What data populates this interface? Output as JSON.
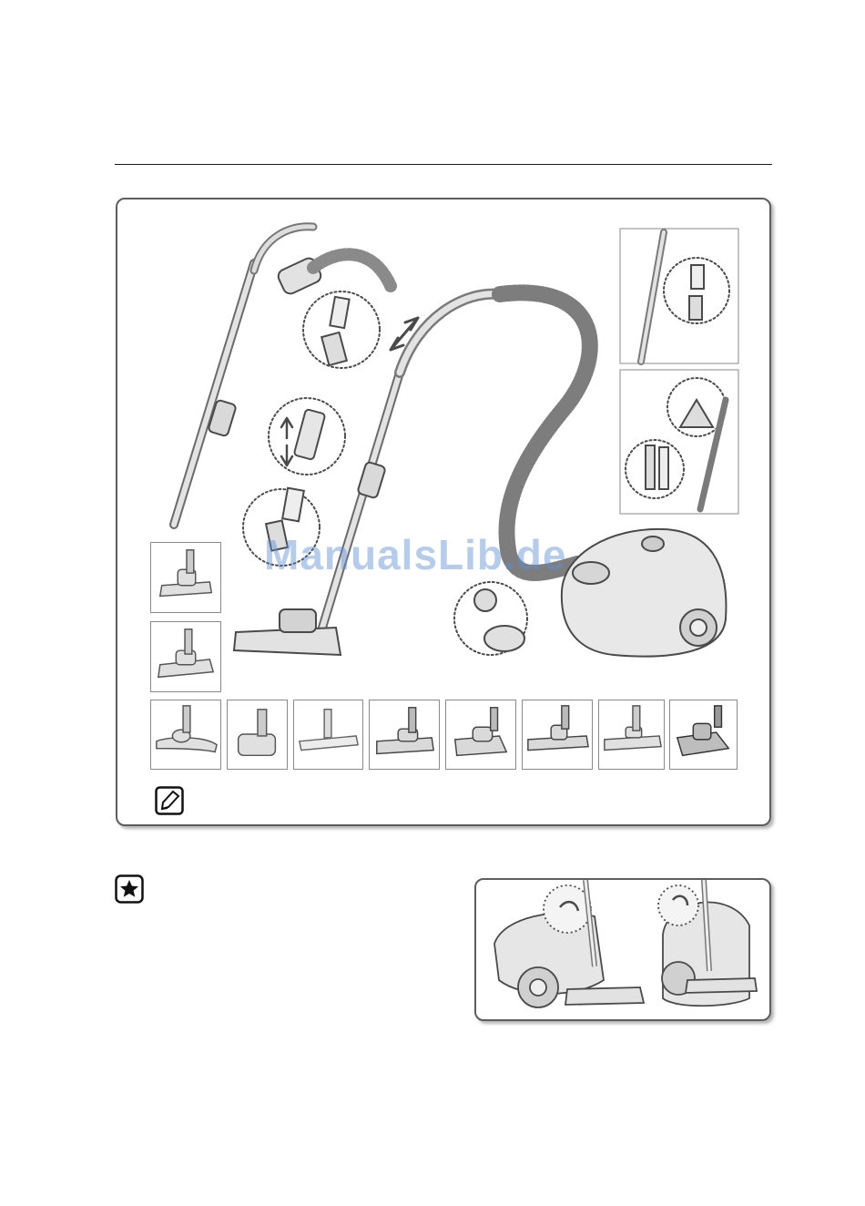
{
  "watermark": {
    "text": "ManualsLib.de"
  },
  "icons": {
    "note": "note-pencil-icon",
    "tip": "star-icon"
  },
  "colors": {
    "line": "#4a4a4a",
    "fill_light": "#e6e6e6",
    "fill_mid": "#c9c9c9",
    "watermark": "#5d8fd6"
  },
  "thumbnails": {
    "side_count": 2,
    "bottom_count": 8
  }
}
